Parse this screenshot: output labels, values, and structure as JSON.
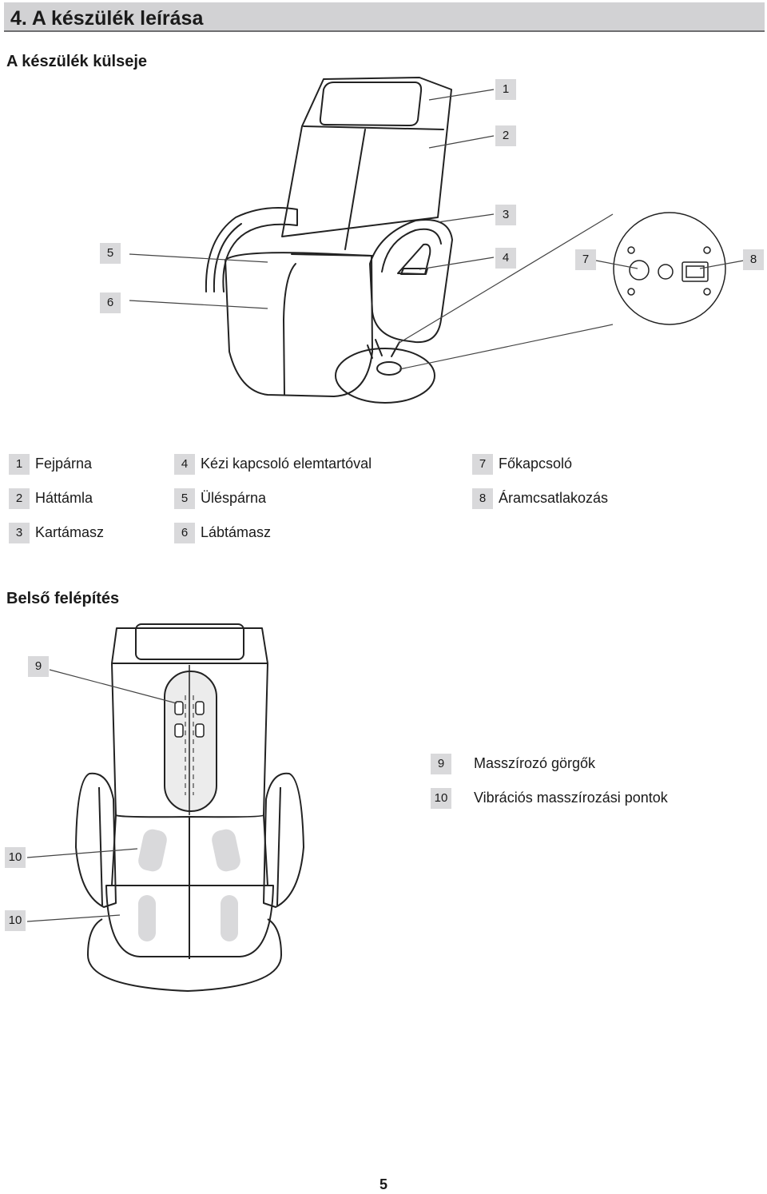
{
  "header": {
    "title": "4. A készülék leírása"
  },
  "exterior": {
    "title": "A készülék külseje",
    "callouts": [
      "1",
      "2",
      "3",
      "4",
      "5",
      "6",
      "7",
      "8"
    ],
    "legend": [
      {
        "num": "1",
        "label": "Fejpárna"
      },
      {
        "num": "2",
        "label": "Háttámla"
      },
      {
        "num": "3",
        "label": "Kartámasz"
      },
      {
        "num": "4",
        "label": "Kézi kapcsoló elemtartóval"
      },
      {
        "num": "5",
        "label": "Üléspárna"
      },
      {
        "num": "6",
        "label": "Lábtámasz"
      },
      {
        "num": "7",
        "label": "Főkapcsoló"
      },
      {
        "num": "8",
        "label": "Áramcsatlakozás"
      }
    ]
  },
  "interior": {
    "title": "Belső felépítés",
    "callouts": [
      "9",
      "10",
      "10"
    ],
    "legend": [
      {
        "num": "9",
        "label": "Masszírozó görgők"
      },
      {
        "num": "10",
        "label": "Vibrációs masszírozási pontok"
      }
    ]
  },
  "footer": {
    "page_number": "5"
  }
}
